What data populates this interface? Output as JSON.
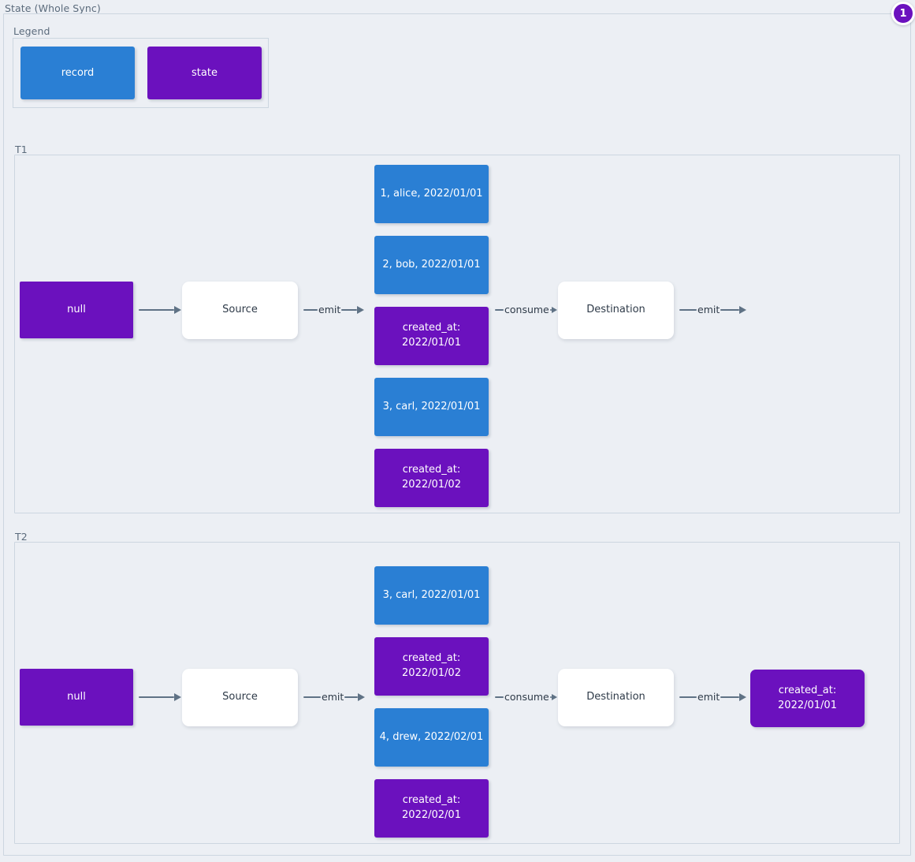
{
  "diagram": {
    "title": "State (Whole Sync)",
    "badge": "1",
    "colors": {
      "record": "#2a7fd4",
      "state": "#6b11be",
      "process": "#ffffff",
      "background": "#eceff4",
      "border": "#ccd6e0",
      "arrow": "#5f7285"
    }
  },
  "legend": {
    "title": "Legend",
    "items": [
      {
        "label": "record",
        "type": "record"
      },
      {
        "label": "state",
        "type": "state"
      }
    ]
  },
  "sections": [
    {
      "title": "T1",
      "initial_state": "null",
      "source": "Source",
      "destination": "Destination",
      "edges": {
        "state_to_source": "",
        "source_emit": "emit",
        "consume": "consume",
        "dest_emit": "emit"
      },
      "stream": [
        {
          "text": "1, alice, 2022/01/01",
          "type": "record"
        },
        {
          "text": "2, bob, 2022/01/01",
          "type": "record"
        },
        {
          "text": "created_at:\n2022/01/01",
          "type": "state"
        },
        {
          "text": "3, carl, 2022/01/01",
          "type": "record"
        },
        {
          "text": "created_at:\n2022/01/02",
          "type": "state"
        }
      ],
      "final_state": null
    },
    {
      "title": "T2",
      "initial_state": "null",
      "source": "Source",
      "destination": "Destination",
      "edges": {
        "state_to_source": "",
        "source_emit": "emit",
        "consume": "consume",
        "dest_emit": "emit"
      },
      "stream": [
        {
          "text": "3, carl, 2022/01/01",
          "type": "record"
        },
        {
          "text": "created_at:\n2022/01/02",
          "type": "state"
        },
        {
          "text": "4, drew, 2022/02/01",
          "type": "record"
        },
        {
          "text": "created_at:\n2022/02/01",
          "type": "state"
        }
      ],
      "final_state": {
        "text": "created_at:\n2022/01/01",
        "type": "state"
      }
    }
  ]
}
